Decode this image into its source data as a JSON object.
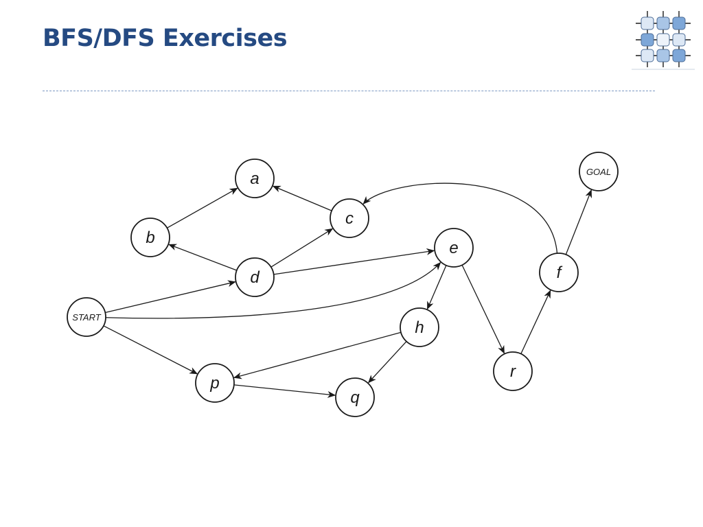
{
  "slide": {
    "title": "BFS/DFS Exercises"
  },
  "logo": {
    "icon": "grid-network-logo-icon",
    "colors": {
      "light": "#d6e4f3",
      "mid": "#a9c5e6",
      "dark": "#7ea7d8",
      "line": "#1a1a1a"
    }
  },
  "graph": {
    "nodes": [
      {
        "id": "a",
        "label": "a"
      },
      {
        "id": "b",
        "label": "b"
      },
      {
        "id": "c",
        "label": "c"
      },
      {
        "id": "d",
        "label": "d"
      },
      {
        "id": "e",
        "label": "e"
      },
      {
        "id": "f",
        "label": "f"
      },
      {
        "id": "goal",
        "label": "GOAL"
      },
      {
        "id": "start",
        "label": "START"
      },
      {
        "id": "h",
        "label": "h"
      },
      {
        "id": "p",
        "label": "p"
      },
      {
        "id": "q",
        "label": "q"
      },
      {
        "id": "r",
        "label": "r"
      }
    ],
    "edges": [
      {
        "from": "b",
        "to": "a"
      },
      {
        "from": "c",
        "to": "a"
      },
      {
        "from": "d",
        "to": "b"
      },
      {
        "from": "d",
        "to": "c"
      },
      {
        "from": "d",
        "to": "e"
      },
      {
        "from": "start",
        "to": "d"
      },
      {
        "from": "start",
        "to": "e"
      },
      {
        "from": "start",
        "to": "p"
      },
      {
        "from": "e",
        "to": "h"
      },
      {
        "from": "e",
        "to": "r"
      },
      {
        "from": "h",
        "to": "p"
      },
      {
        "from": "h",
        "to": "q"
      },
      {
        "from": "p",
        "to": "q"
      },
      {
        "from": "r",
        "to": "f"
      },
      {
        "from": "f",
        "to": "c"
      },
      {
        "from": "f",
        "to": "goal"
      }
    ]
  }
}
